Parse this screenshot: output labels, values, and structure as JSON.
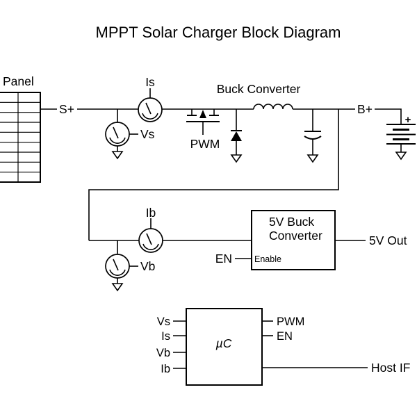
{
  "title": "MPPT Solar Charger Block Diagram",
  "colors": {
    "line": "#000000",
    "background": "#ffffff",
    "text": "#000000"
  },
  "panel": {
    "label": "Panel",
    "output_label": "S+"
  },
  "sensors": {
    "is": "Is",
    "vs": "Vs",
    "ib": "Ib",
    "vb": "Vb"
  },
  "buck": {
    "label": "Buck Converter",
    "pwm_label": "PWM",
    "output_label": "B+"
  },
  "battery": {
    "plus": "+"
  },
  "buck5v": {
    "line1": "5V Buck",
    "line2": "Converter",
    "en_label": "EN",
    "enable_pin": "Enable",
    "output_label": "5V Out"
  },
  "mcu": {
    "label": "µC",
    "inputs": [
      "Vs",
      "Is",
      "Vb",
      "Ib"
    ],
    "outputs": [
      "PWM",
      "EN"
    ],
    "host_label": "Host IF"
  }
}
